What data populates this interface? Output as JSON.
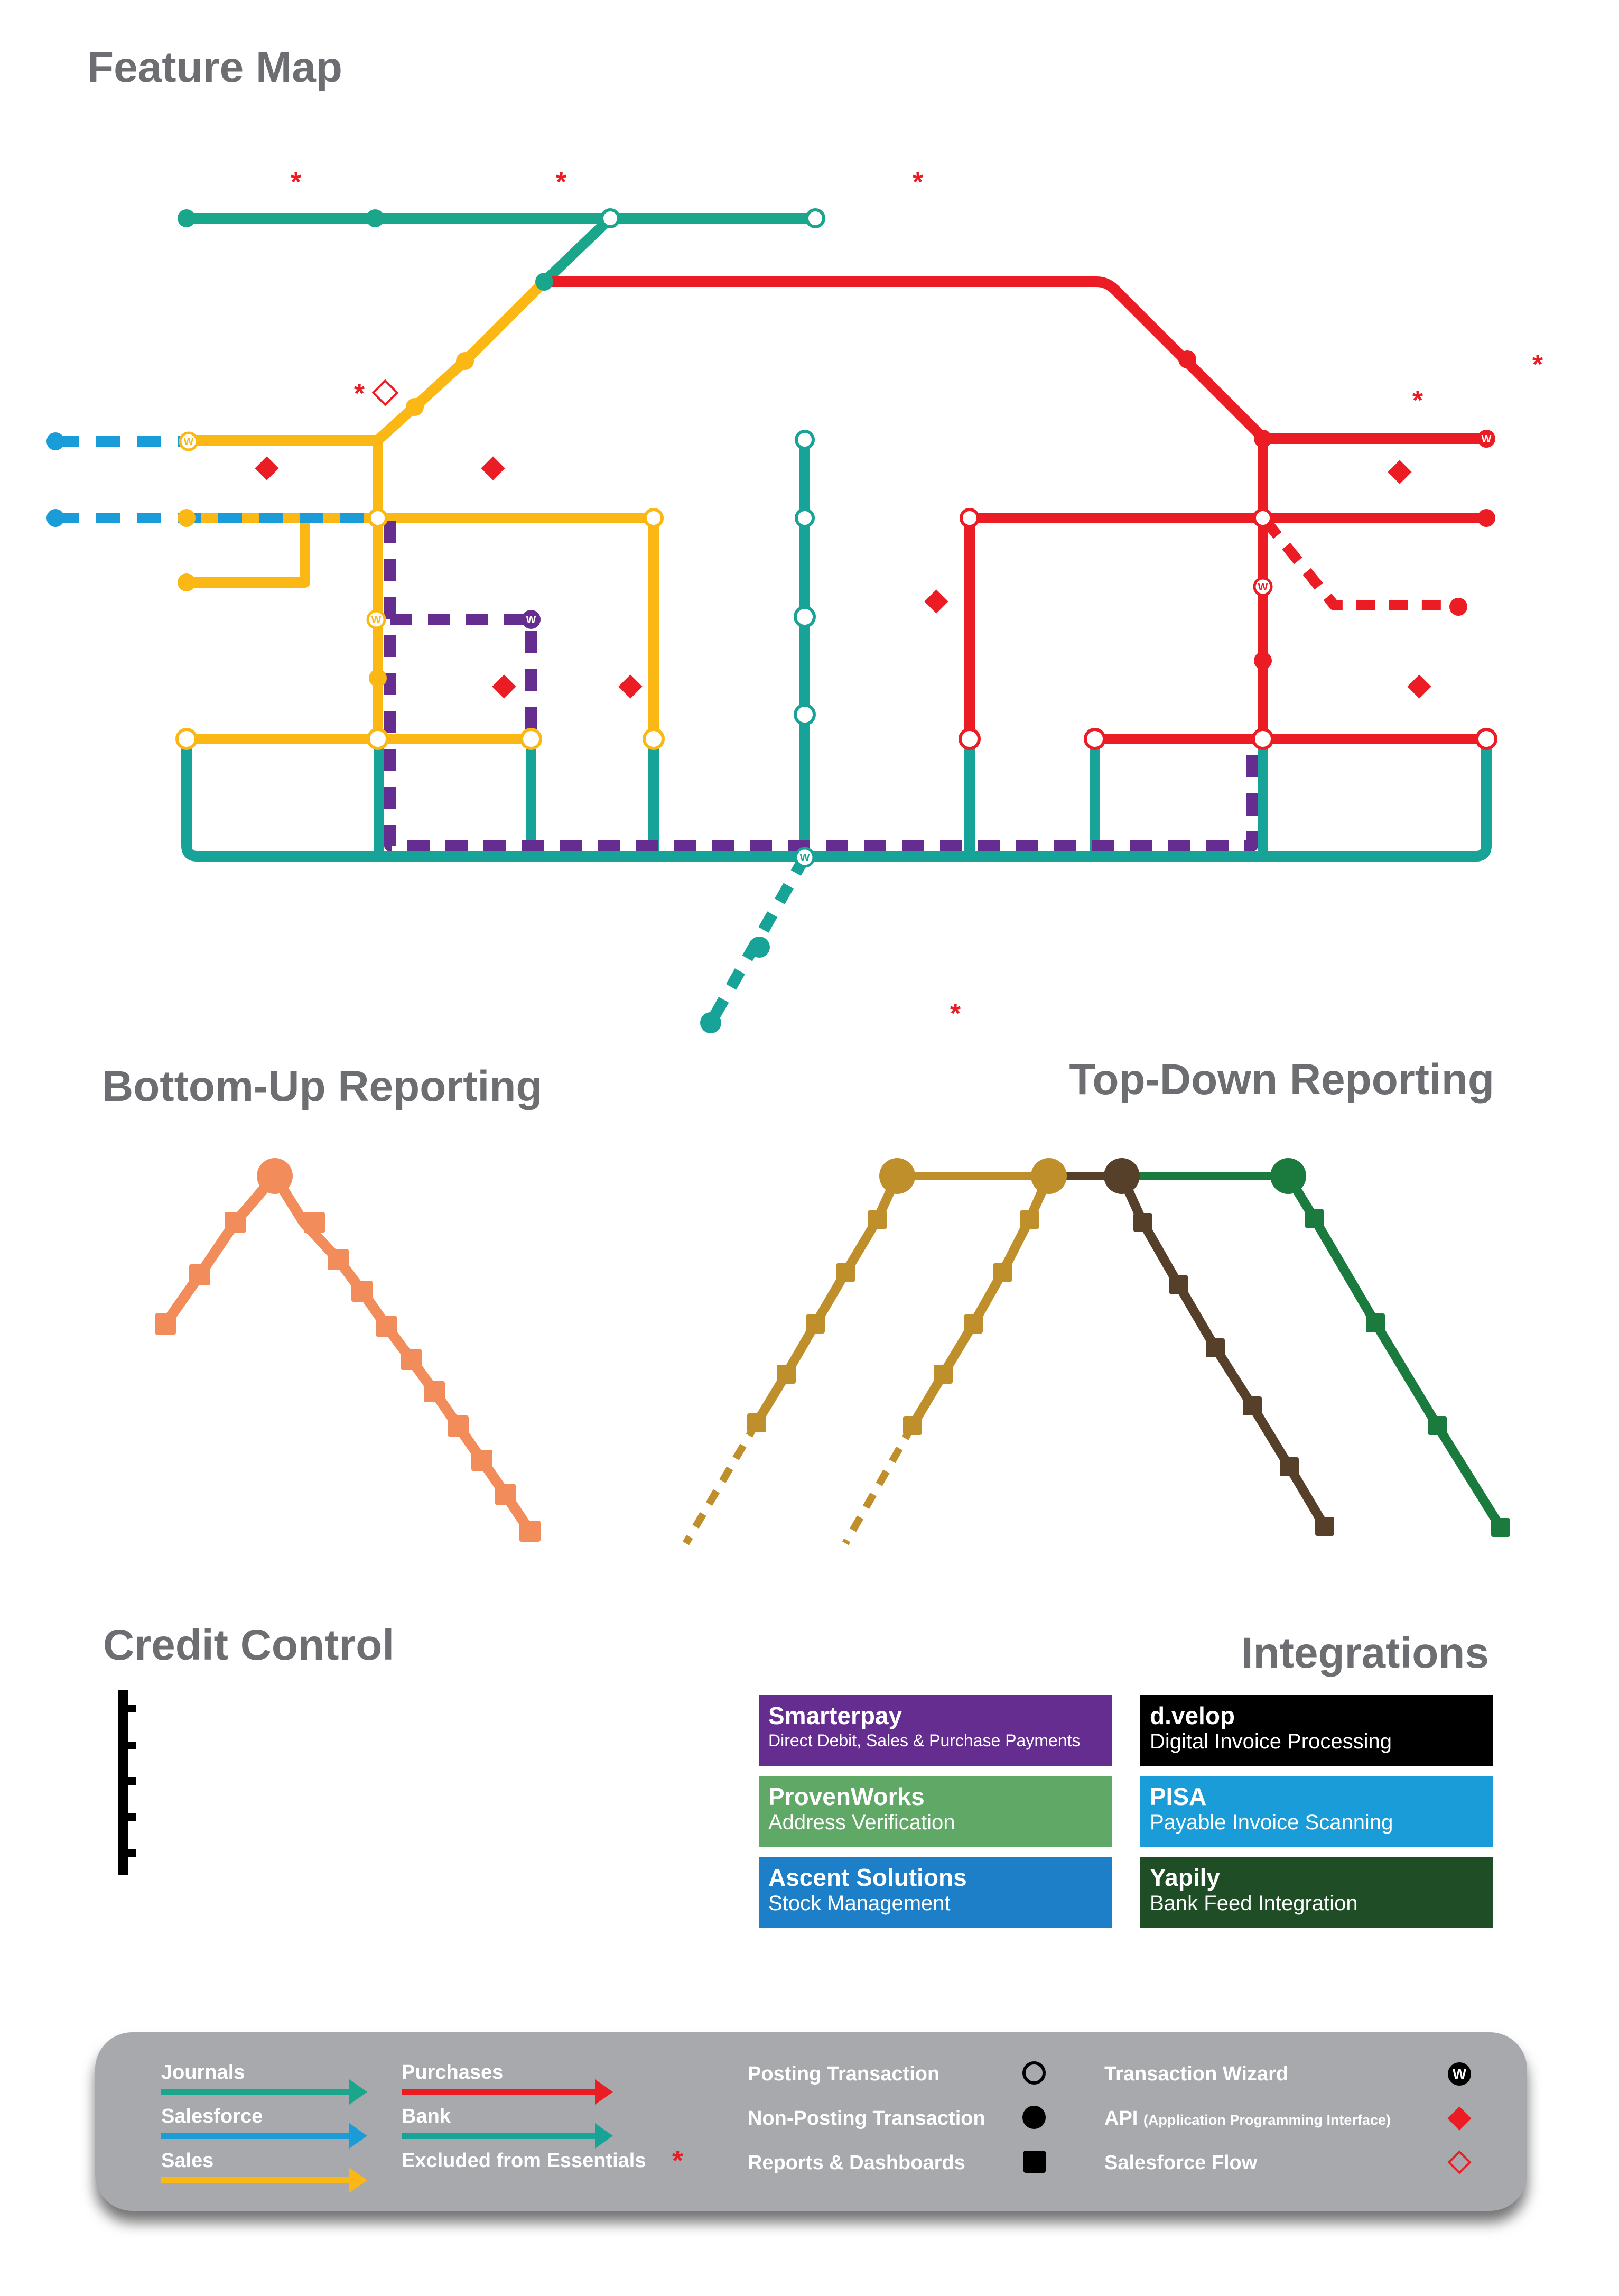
{
  "headings": {
    "feature_map": "Feature Map",
    "bottom_up": "Bottom-Up Reporting",
    "top_down": "Top-Down Reporting",
    "credit_control": "Credit Control",
    "integrations": "Integrations"
  },
  "map_labels": {
    "asterisk": "*",
    "wizard_letter": "W"
  },
  "colors": {
    "journals": "#1aa68b",
    "salesforce": "#1a9cd8",
    "sales": "#fbb714",
    "purchases": "#ec1c24",
    "bank": "#17a398",
    "smarterpay_line": "#662d91",
    "bottom_up": "#f28d5b",
    "top_down_gold": "#bf8f2b",
    "top_down_brown": "#56402a",
    "top_down_green": "#1b7a3e",
    "credit_control": "#000000"
  },
  "integrations": [
    {
      "name": "Smarterpay",
      "desc": "Direct Debit, Sales & Purchase Payments",
      "color": "#662d91"
    },
    {
      "name": "d.velop",
      "desc": "Digital Invoice Processing",
      "color": "#000000"
    },
    {
      "name": "ProvenWorks",
      "desc": "Address Verification",
      "color": "#60a865"
    },
    {
      "name": "PISA",
      "desc": "Payable Invoice Scanning",
      "color": "#1a9cd8"
    },
    {
      "name": "Ascent Solutions",
      "desc": "Stock Management",
      "color": "#1c7fc7"
    },
    {
      "name": "Yapily",
      "desc": "Bank Feed Integration",
      "color": "#1f4d26"
    }
  ],
  "legend": {
    "lines": [
      {
        "label": "Journals",
        "color": "#1aa68b"
      },
      {
        "label": "Salesforce",
        "color": "#1a9cd8"
      },
      {
        "label": "Sales",
        "color": "#fbb714"
      },
      {
        "label": "Purchases",
        "color": "#ec1c24"
      },
      {
        "label": "Bank",
        "color": "#17a398"
      }
    ],
    "excluded": "Excluded from Essentials",
    "symbols": [
      {
        "label": "Posting Transaction",
        "icon": "open-circle-icon"
      },
      {
        "label": "Non-Posting Transaction",
        "icon": "filled-circle-icon"
      },
      {
        "label": "Reports & Dashboards",
        "icon": "filled-square-icon"
      }
    ],
    "wizard": "Transaction Wizard",
    "api": "API",
    "api_full": "(Application Programming Interface)",
    "salesforce_flow": "Salesforce Flow"
  }
}
